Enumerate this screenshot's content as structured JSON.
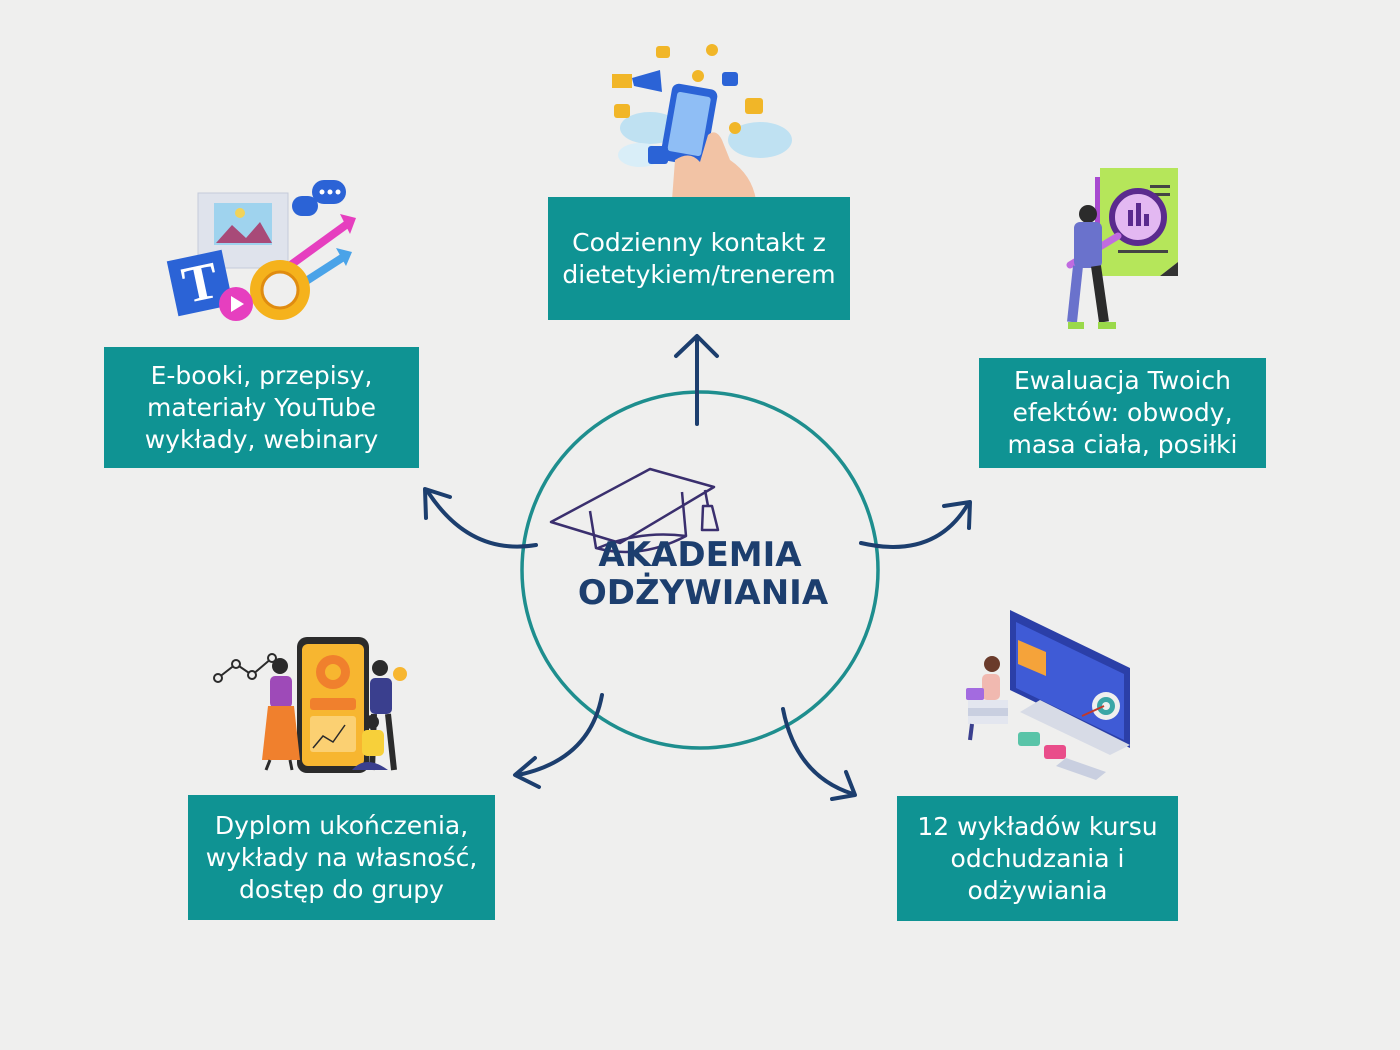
{
  "center": {
    "title_line1": "AKADEMIA",
    "title_line2": "ODŻYWIANIA",
    "circle_color": "#1e8e8e",
    "title_color": "#1c3e6e"
  },
  "nodes": {
    "top": {
      "lines": [
        "Codzienny kontakt z",
        "dietetykiem/trenerem"
      ]
    },
    "left": {
      "lines": [
        "E-booki, przepisy,",
        "materiały YouTube",
        "wykłady, webinary"
      ]
    },
    "right": {
      "lines": [
        "Ewaluacja Twoich",
        "efektów: obwody,",
        "masa ciała, posiłki"
      ]
    },
    "bottom_left": {
      "lines": [
        "Dyplom ukończenia,",
        "wykłady na własność,",
        "dostęp do grupy"
      ]
    },
    "bottom_right": {
      "lines": [
        "12 wykładów kursu",
        "odchudzania i",
        "odżywiania"
      ]
    }
  },
  "colors": {
    "box_fill": "#0f9393",
    "box_text": "#ffffff",
    "arrow": "#1c3e6e",
    "background": "#efefee"
  },
  "icons": {
    "center": "graduation-cap-icon",
    "top": "refer-a-friend-phone-illustration",
    "left": "content-growth-illustration",
    "right": "evaluation-report-illustration",
    "bottom_left": "dashboard-phone-illustration",
    "bottom_right": "online-course-illustration"
  }
}
